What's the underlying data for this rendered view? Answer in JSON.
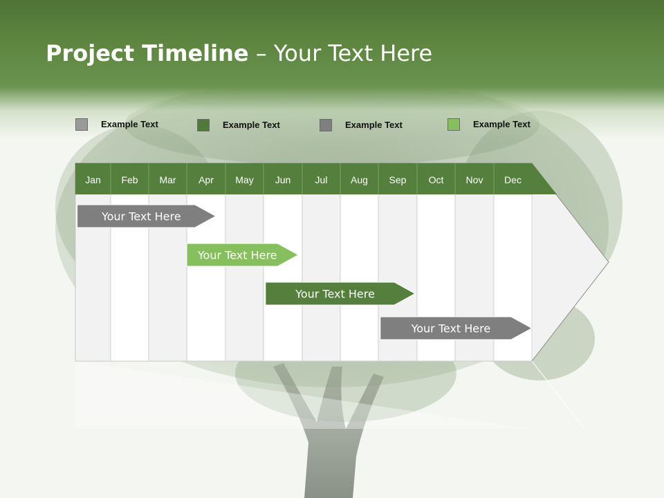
{
  "slide": {
    "title_bold": "Project Timeline",
    "title_rest": " – Your Text Here"
  },
  "legend": [
    {
      "label": "Example Text",
      "color": "#9a9a9a"
    },
    {
      "label": "Example Text",
      "color": "#4e7a3a"
    },
    {
      "label": "Example Text",
      "color": "#7f7f7f"
    },
    {
      "label": "Example Text",
      "color": "#86bf5d"
    }
  ],
  "timeline": {
    "months": [
      "Jan",
      "Feb",
      "Mar",
      "Apr",
      "May",
      "Jun",
      "Jul",
      "Aug",
      "Sep",
      "Oct",
      "Nov",
      "Dec"
    ],
    "header_color": "#557f3c",
    "tasks": [
      {
        "label": "Your  Text Here",
        "start_month": 0.05,
        "end_month": 3.75,
        "color": "#7f7f7f"
      },
      {
        "label": "Your  Text Here",
        "start_month": 3.0,
        "end_month": 5.9,
        "color": "#86bf5d"
      },
      {
        "label": "Your  Text Here",
        "start_month": 5.05,
        "end_month": 8.95,
        "color": "#557f3c"
      },
      {
        "label": "Your  Text Here",
        "start_month": 8.05,
        "end_month": 12.0,
        "color": "#7f7f7f"
      }
    ]
  }
}
